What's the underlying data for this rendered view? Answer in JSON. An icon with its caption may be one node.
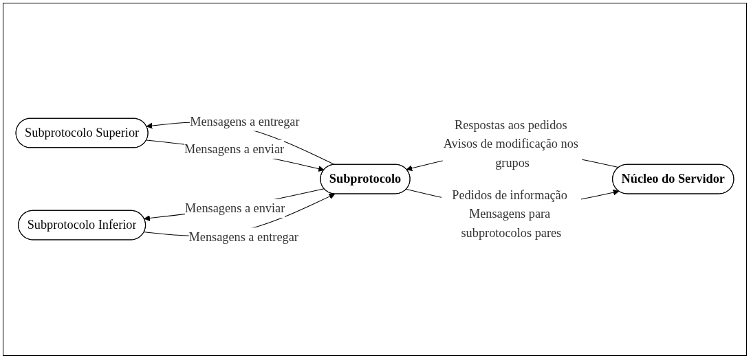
{
  "diagram": {
    "nodes": [
      {
        "text": [
          "Núcleo do Servidor"
        ]
      },
      {
        "text": [
          "Subprotocolo"
        ]
      },
      {
        "text": [
          "Subprotocolo Superior"
        ]
      },
      {
        "text": [
          "Subprotocolo Inferior"
        ]
      }
    ],
    "edges": [
      {
        "from": 1,
        "to": 0,
        "arrow": "to",
        "label": "Pedidos de informação Mensagens para subprotocolos pares"
      },
      {
        "from": 0,
        "to": 1,
        "arrow": "to",
        "label": "Respostas aos pedidos Avisos de modificação nos grupos"
      },
      {
        "from": 2,
        "to": 1,
        "arrow": "to",
        "label": "Mensagens a enviar"
      },
      {
        "from": 1,
        "to": 2,
        "arrow": "to",
        "label": "Mensagens a entregar"
      },
      {
        "from": 1,
        "to": 3,
        "arrow": "to",
        "label": "Mensagens a enviar"
      },
      {
        "from": 3,
        "to": 1,
        "arrow": "to",
        "label": "Mensagens a entregar"
      }
    ]
  }
}
